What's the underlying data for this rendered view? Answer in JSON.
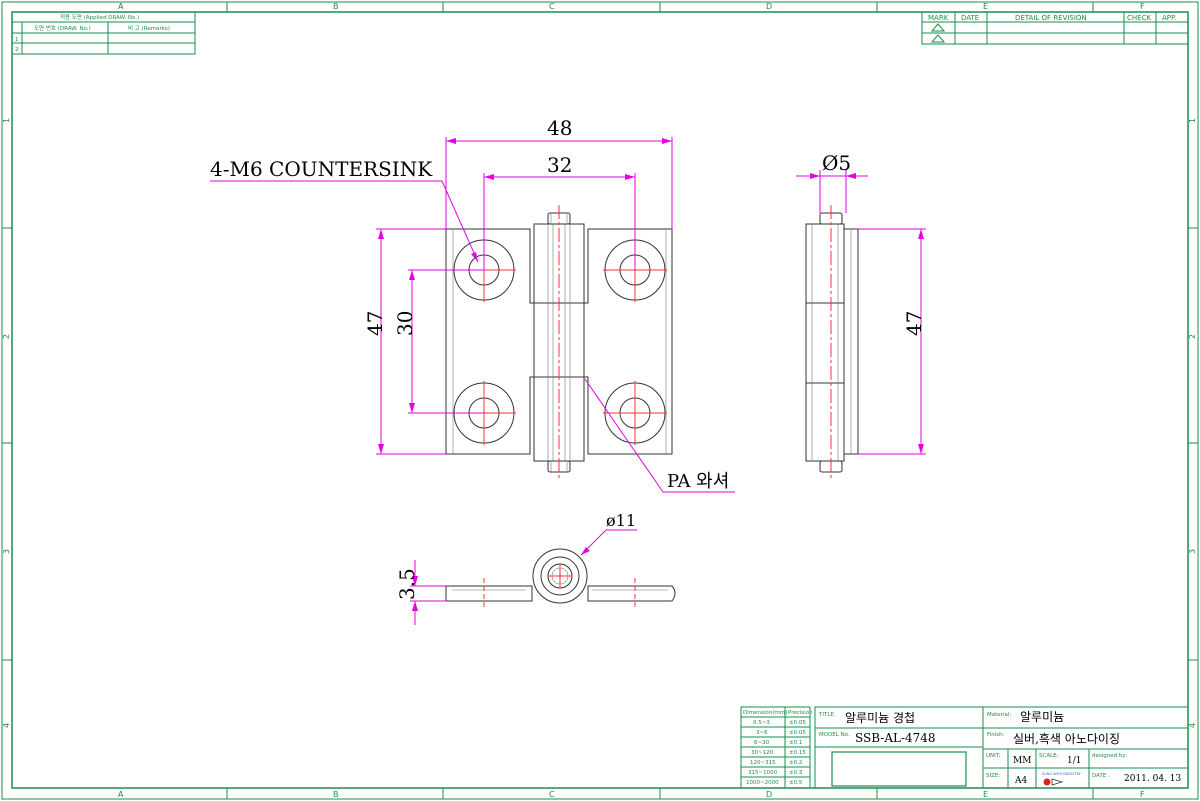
{
  "grid": {
    "columns": [
      "A",
      "B",
      "C",
      "D",
      "E",
      "F"
    ],
    "rows": [
      "1",
      "2",
      "3",
      "4"
    ]
  },
  "applied_box": {
    "header": "적용 도면 (Applied DRAW. No.)",
    "col_drawno": "도면 번호 (DRAW. No.)",
    "col_remarks": "비 고 (Remarks)",
    "row_labels": [
      "1",
      "2"
    ]
  },
  "revision_box": {
    "headers": [
      "MARK",
      "DATE",
      "DETAIL OF REVISION",
      "CHECK",
      "APP."
    ]
  },
  "drawing": {
    "callout_countersink": "4-M6 COUNTERSINK",
    "callout_washer": "PA 와셔",
    "dim_width_outer": "48",
    "dim_width_holes": "32",
    "dim_height_outer": "47",
    "dim_height_holes": "30",
    "dim_side_height": "47",
    "dim_pin_dia": "Ø5",
    "dim_barrel_dia": "ø11",
    "dim_thickness": "3.5"
  },
  "tolerance_table": {
    "header_dim": "Dimension(mm)",
    "header_prec": "Precision",
    "rows": [
      {
        "range": "0.5~3",
        "tol": "±0.05"
      },
      {
        "range": "3~6",
        "tol": "±0.05"
      },
      {
        "range": "6~30",
        "tol": "±0.1"
      },
      {
        "range": "30~120",
        "tol": "±0.15"
      },
      {
        "range": "120~315",
        "tol": "±0.2"
      },
      {
        "range": "315~1000",
        "tol": "±0.3"
      },
      {
        "range": "1000~2000",
        "tol": "±0.5"
      }
    ]
  },
  "title_block": {
    "title_label": "TITLE:",
    "title_value": "알루미늄 경첩",
    "model_label": "MODEL No.",
    "model_value": "SSB-AL-4748",
    "material_label": "Material:",
    "material_value": "알루미늄",
    "finish_label": "Finish:",
    "finish_value": "실버,흑색 아노다이징",
    "unit_label": "UNIT:",
    "unit_value": "MM",
    "scale_label": "SCALE:",
    "scale_value": "1/1",
    "designed_label": "designed by:",
    "size_label": "SIZE:",
    "size_value": "A4",
    "date_label": "DATE :",
    "date_value": "2011. 04. 13",
    "logo_text": "SUNG WOO INDUSTRY"
  }
}
